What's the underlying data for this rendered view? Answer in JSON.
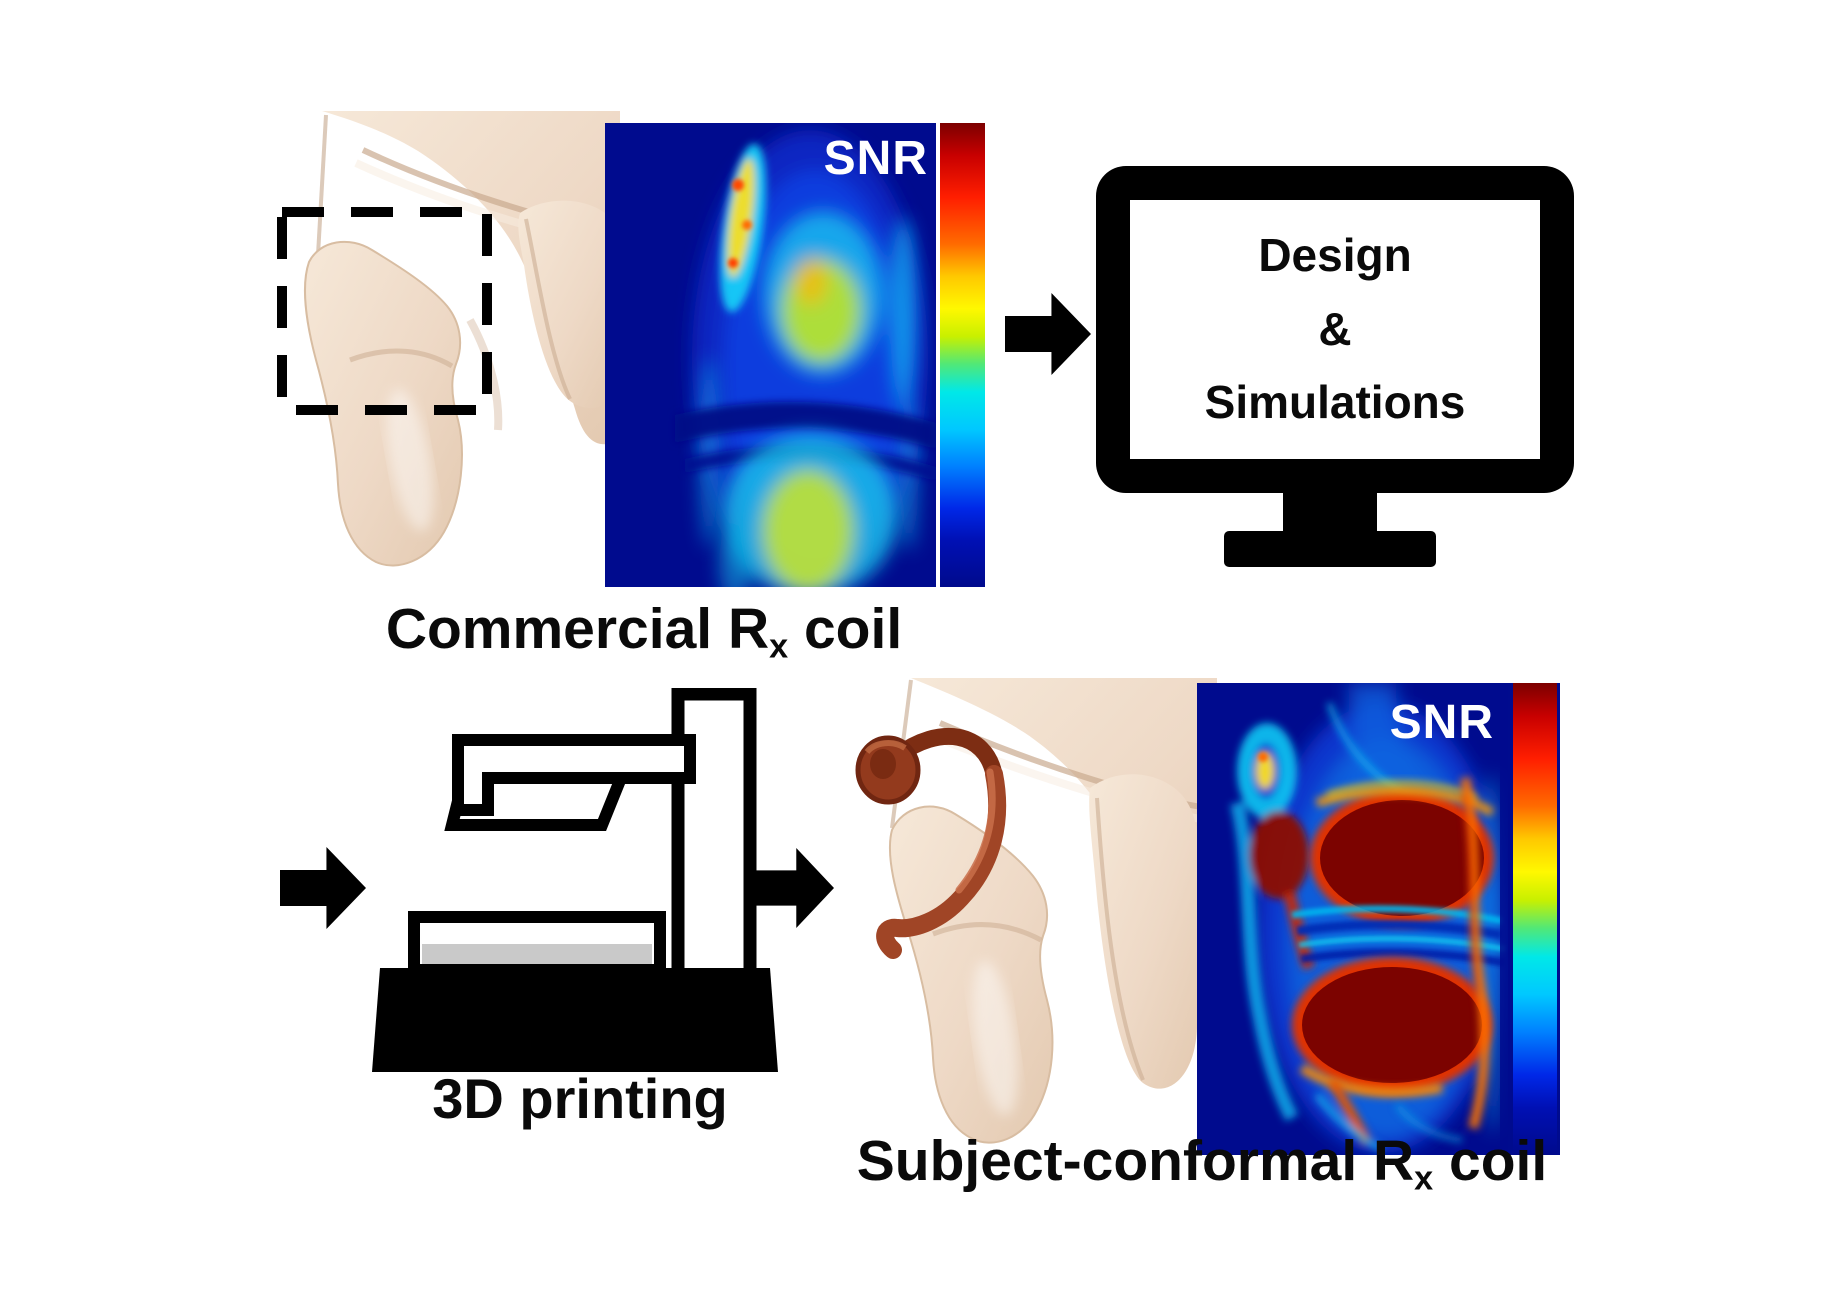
{
  "figure": {
    "type": "workflow-diagram",
    "background": "#ffffff"
  },
  "top": {
    "snr_label": "SNR",
    "caption": {
      "prefix": "Commercial R",
      "sub": "x",
      "suffix": " coil"
    }
  },
  "monitor": {
    "lines": [
      "Design",
      "&",
      "Simulations"
    ]
  },
  "bottom": {
    "printing_caption": "3D printing",
    "snr_label": "SNR",
    "caption": {
      "prefix": "Subject-conformal R",
      "sub": "x",
      "suffix": " coil"
    }
  },
  "colors": {
    "skin": "#eed9c6",
    "skin_shadow": "#d4b79e",
    "coil_copper": "#a04526",
    "heatmap_background": "#000b8e",
    "heatmap_hot": "#7c0300",
    "colorbar_stops_top_to_bottom": [
      "#7c0000",
      "#ff1e00",
      "#ff6a00",
      "#fff800",
      "#50e878",
      "#00e8e8",
      "#0080ff",
      "#0028e8",
      "#000a8c"
    ],
    "icon_black": "#000000",
    "snr_text": "#ffffff"
  }
}
